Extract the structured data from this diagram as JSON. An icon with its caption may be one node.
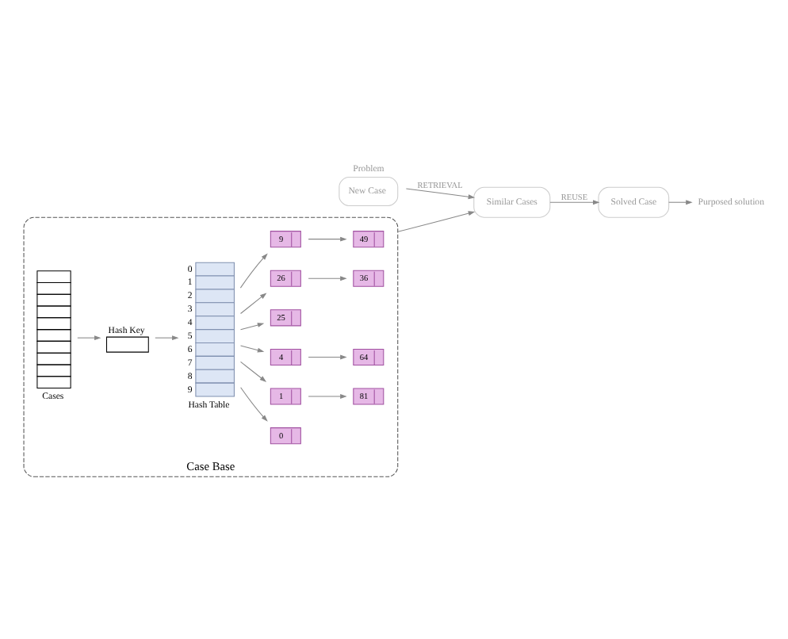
{
  "diagram": {
    "nodes": [
      {
        "text": [
          "New Case"
        ],
        "beside": [
          "Problem"
        ]
      },
      {
        "text": [
          "Similar Cases"
        ]
      },
      {
        "text": [
          "Solved Case"
        ]
      },
      {
        "text": [
          "Purposed solution"
        ]
      },
      {
        "text": [
          "Case Base"
        ]
      },
      {
        "text": [
          "Cases"
        ],
        "in": 4
      },
      {
        "text": [
          "Hash Key"
        ],
        "in": 4
      },
      {
        "text": [
          "0",
          "1",
          "2",
          "3",
          "4",
          "5",
          "6",
          "7",
          "8",
          "9",
          "Hash Table"
        ],
        "in": 4
      },
      {
        "text": [
          "0"
        ],
        "in": 4
      },
      {
        "text": [
          "1"
        ],
        "in": 4
      },
      {
        "text": [
          "4"
        ],
        "in": 4
      },
      {
        "text": [
          "25"
        ],
        "in": 4
      },
      {
        "text": [
          "26"
        ],
        "in": 4
      },
      {
        "text": [
          "9"
        ],
        "in": 4
      },
      {
        "text": [
          "81"
        ],
        "in": 4
      },
      {
        "text": [
          "64"
        ],
        "in": 4
      },
      {
        "text": [
          "36"
        ],
        "in": 4
      },
      {
        "text": [
          "49"
        ],
        "in": 4
      }
    ],
    "edges": [
      {
        "from": 0,
        "to": 1,
        "arrow": "to",
        "label": "RETRIEVAL"
      },
      {
        "from": 4,
        "to": 1,
        "arrow": "to"
      },
      {
        "from": 1,
        "to": 2,
        "arrow": "to",
        "label": "REUSE"
      },
      {
        "from": 2,
        "to": 3,
        "arrow": "to"
      },
      {
        "from": 5,
        "to": 6,
        "arrow": "to"
      },
      {
        "from": 6,
        "to": 7,
        "arrow": "to"
      },
      {
        "from": 7,
        "to": 8,
        "arrow": "to"
      },
      {
        "from": 7,
        "to": 9,
        "arrow": "to"
      },
      {
        "from": 7,
        "to": 10,
        "arrow": "to"
      },
      {
        "from": 7,
        "to": 11,
        "arrow": "to"
      },
      {
        "from": 7,
        "to": 12,
        "arrow": "to"
      },
      {
        "from": 7,
        "to": 13,
        "arrow": "to"
      },
      {
        "from": 9,
        "to": 14,
        "arrow": "to"
      },
      {
        "from": 10,
        "to": 15,
        "arrow": "to"
      },
      {
        "from": 12,
        "to": 16,
        "arrow": "to"
      },
      {
        "from": 13,
        "to": 17,
        "arrow": "to"
      }
    ]
  }
}
